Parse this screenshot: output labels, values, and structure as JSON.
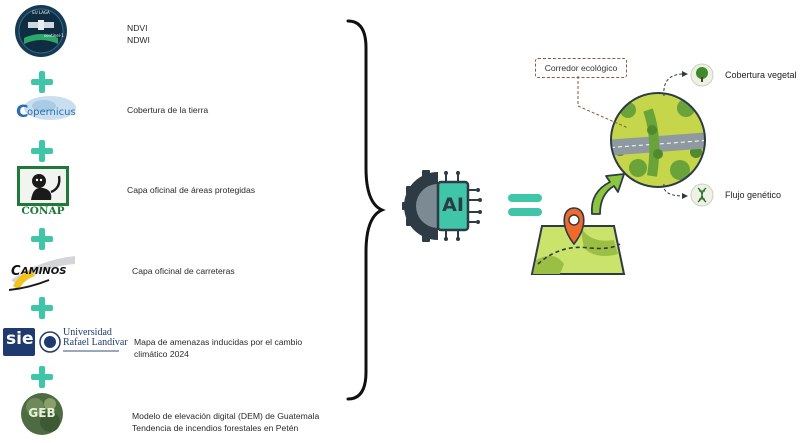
{
  "sources": [
    {
      "logo_icon": "sentinel-satellite-logo",
      "logo_text": "sentinel-1",
      "text": "NDVI\nNDWI"
    },
    {
      "logo_icon": "copernicus-logo",
      "logo_text": "opernicus",
      "text": "Cobertura de la tierra"
    },
    {
      "logo_icon": "conap-logo",
      "logo_text": "CONAP",
      "text": "Capa oficinal de áreas protegidas"
    },
    {
      "logo_icon": "caminos-logo",
      "logo_text": "AMINOS",
      "text": "Capa oficinal de carreteras"
    },
    {
      "logo_icon": "sie-url-logo",
      "logo_text_1": "sie",
      "logo_text_2": "Universidad",
      "logo_text_3": "Rafael Landívar",
      "text": "Mapa de amenazas inducidas por el cambio\nclimático 2024"
    },
    {
      "logo_icon": "geb-logo",
      "logo_text": "GEB",
      "text": "Modelo de elevación digital (DEM) de Guatemala\nTendencia de incendios forestales en Petén"
    }
  ],
  "ai_chip_label": "AI",
  "result": {
    "callout": "Corredor ecológico",
    "outputs": [
      "Cobertura vegetal",
      "Flujo genético"
    ]
  },
  "colors": {
    "accent": "#3fc6a8",
    "dark": "#2e3b45",
    "map_green": "#c9e36b",
    "pin": "#f06a2c"
  }
}
